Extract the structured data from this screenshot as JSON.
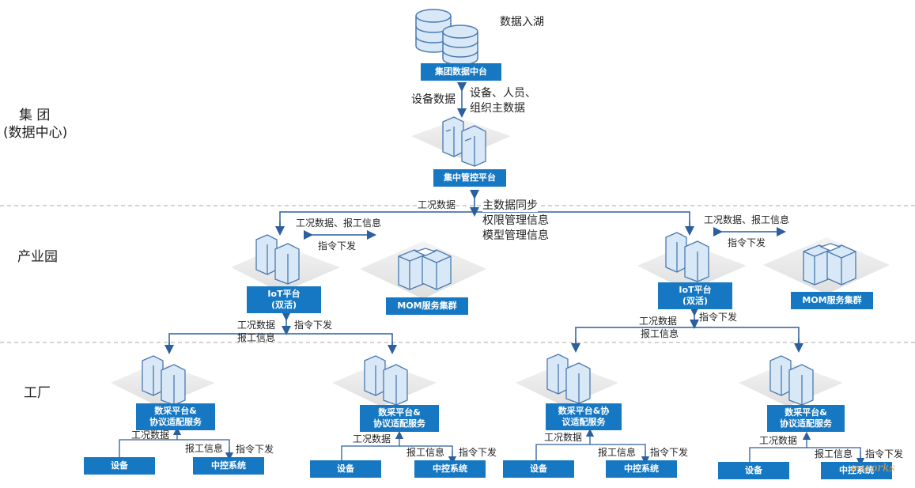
{
  "tiers": {
    "group_line1": "集 团",
    "group_line2": "(数据中心)",
    "park": "产业园",
    "factory": "工厂"
  },
  "top": {
    "data_lake_label": "数据入湖",
    "group_data_platform": "集团数据中台",
    "device_data": "设备数据",
    "master_data_line1": "设备、人员、",
    "master_data_line2": "组织主数据",
    "central_control_platform": "集中管控平台",
    "working_data": "工况数据",
    "sync_line1": "主数据同步",
    "sync_line2": "权限管理信息",
    "sync_line3": "模型管理信息"
  },
  "park_left": {
    "up_label": "工况数据、报工信息",
    "down_label": "指令下发",
    "iot": "IoT平台\n(双活)",
    "mom": "MOM服务集群",
    "working": "工况数据",
    "report": "报工信息",
    "cmd": "指令下发"
  },
  "park_right": {
    "up_label": "工况数据、报工信息",
    "down_label": "指令下发",
    "iot": "IoT平台\n(双活)",
    "mom": "MOM服务集群",
    "working": "工况数据",
    "report": "报工信息",
    "cmd": "指令下发"
  },
  "factories": [
    {
      "platform": "数采平台&\n协议适配服务",
      "working": "工况数据",
      "report": "报工信息",
      "cmd": "指令下发",
      "device": "设备",
      "control": "中控系统"
    },
    {
      "platform": "数采平台&\n协议适配服务",
      "working": "工况数据",
      "report": "报工信息",
      "cmd": "指令下发",
      "device": "设备",
      "control": "中控系统"
    },
    {
      "platform": "数采平台&协\n议适配服务",
      "working": "工况数据",
      "report": "报工信息",
      "cmd": "指令下发",
      "device": "设备",
      "control": "中控系统"
    },
    {
      "platform": "数采平台&\n协议适配服务",
      "working": "工况数据",
      "report": "报工信息",
      "cmd": "指令下发",
      "device": "设备",
      "control": "中控系统"
    }
  ],
  "watermark": "e-works",
  "colors": {
    "box_blue": "#1678c2",
    "arrow": "#2c5f9e",
    "server_fill": "#d9e8f6",
    "server_stroke": "#4a7ab0",
    "divider": "#aaaaaa"
  }
}
